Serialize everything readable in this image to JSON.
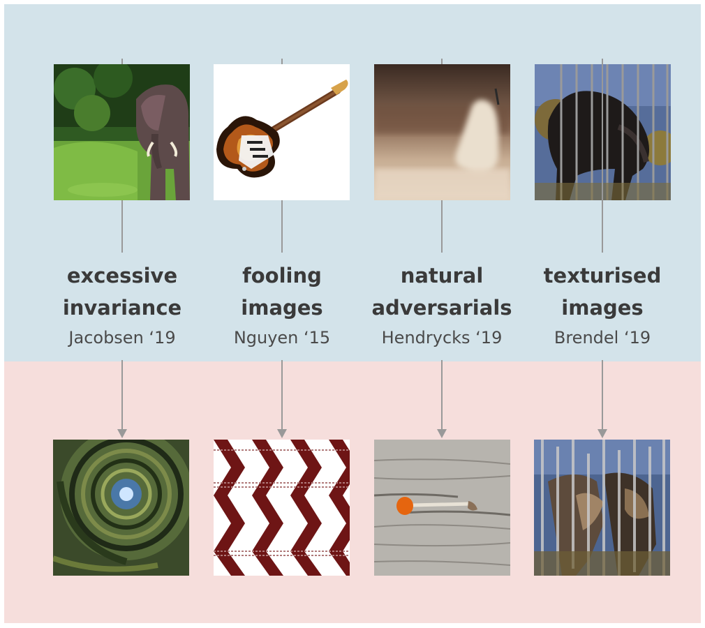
{
  "columns": [
    {
      "title_line1": "excessive",
      "title_line2": "invariance",
      "citation": "Jacobsen ‘19",
      "top_image": "elephant-in-grass",
      "bottom_image": "spiral-staircase"
    },
    {
      "title_line1": "fooling",
      "title_line2": "images",
      "citation": "Nguyen ‘15",
      "top_image": "electric-guitar",
      "bottom_image": "zigzag-pattern"
    },
    {
      "title_line1": "natural",
      "title_line2": "adversarials",
      "citation": "Hendrycks ‘19",
      "top_image": "blurry-candle",
      "bottom_image": "mushroom-on-wood"
    },
    {
      "title_line1": "texturised",
      "title_line2": "images",
      "citation": "Brendel ‘19",
      "top_image": "panther-behind-fence",
      "bottom_image": "textured-panther-fence"
    }
  ],
  "colors": {
    "top_band": "#d3e3ea",
    "bottom_band": "#f6dedc",
    "connector": "#999999",
    "title_text": "#3a3a3a"
  }
}
